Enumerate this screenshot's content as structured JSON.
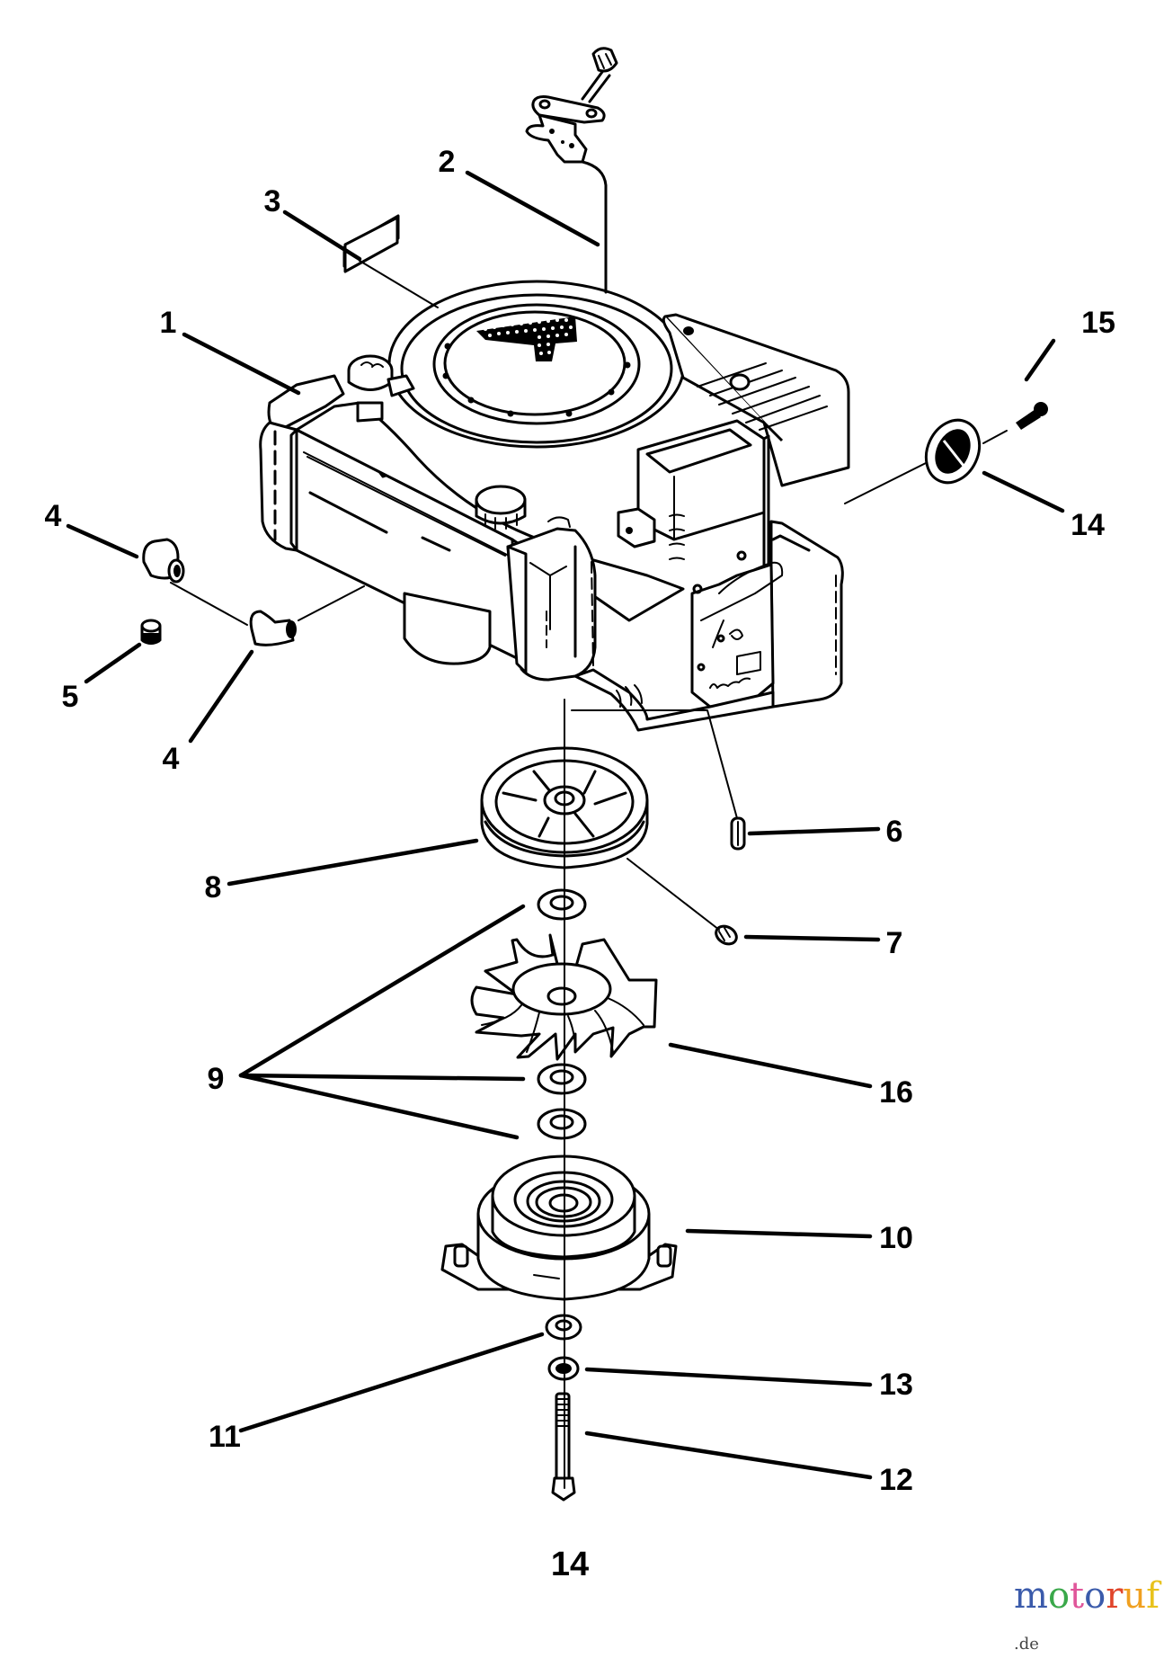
{
  "diagram": {
    "title": "Engine exploded parts view",
    "figure_number": "14",
    "callouts": [
      {
        "id": "c1",
        "label": "1"
      },
      {
        "id": "c2",
        "label": "2"
      },
      {
        "id": "c3",
        "label": "3"
      },
      {
        "id": "c4a",
        "label": "4"
      },
      {
        "id": "c4b",
        "label": "4"
      },
      {
        "id": "c5",
        "label": "5"
      },
      {
        "id": "c6",
        "label": "6"
      },
      {
        "id": "c7",
        "label": "7"
      },
      {
        "id": "c8",
        "label": "8"
      },
      {
        "id": "c9",
        "label": "9"
      },
      {
        "id": "c10",
        "label": "10"
      },
      {
        "id": "c11",
        "label": "11"
      },
      {
        "id": "c12",
        "label": "12"
      },
      {
        "id": "c13",
        "label": "13"
      },
      {
        "id": "c14",
        "label": "14"
      },
      {
        "id": "c15",
        "label": "15"
      },
      {
        "id": "c16",
        "label": "16"
      }
    ],
    "parts": [
      {
        "callout": "1",
        "name": "engine"
      },
      {
        "callout": "2",
        "name": "throttle-control"
      },
      {
        "callout": "3",
        "name": "decal"
      },
      {
        "callout": "4",
        "name": "elbow-fitting"
      },
      {
        "callout": "5",
        "name": "cap"
      },
      {
        "callout": "6",
        "name": "key"
      },
      {
        "callout": "7",
        "name": "set-screw"
      },
      {
        "callout": "8",
        "name": "pulley"
      },
      {
        "callout": "9",
        "name": "spacer"
      },
      {
        "callout": "10",
        "name": "electric-clutch"
      },
      {
        "callout": "11",
        "name": "washer"
      },
      {
        "callout": "12",
        "name": "bolt"
      },
      {
        "callout": "13",
        "name": "lock-washer"
      },
      {
        "callout": "14",
        "name": "spark-arrester-screen"
      },
      {
        "callout": "15",
        "name": "screw"
      },
      {
        "callout": "16",
        "name": "fan"
      }
    ],
    "line_color": "#000000",
    "background": "#ffffff"
  },
  "watermark": {
    "brand": "motoruf",
    "tld": ".de",
    "letters": [
      {
        "ch": "m",
        "color": "#3b5bab"
      },
      {
        "ch": "o",
        "color": "#3aa84a"
      },
      {
        "ch": "t",
        "color": "#e0569a"
      },
      {
        "ch": "o",
        "color": "#3b5bab"
      },
      {
        "ch": "r",
        "color": "#e0452b"
      },
      {
        "ch": "u",
        "color": "#f0a020"
      },
      {
        "ch": "f",
        "color": "#e8c21c"
      }
    ]
  }
}
